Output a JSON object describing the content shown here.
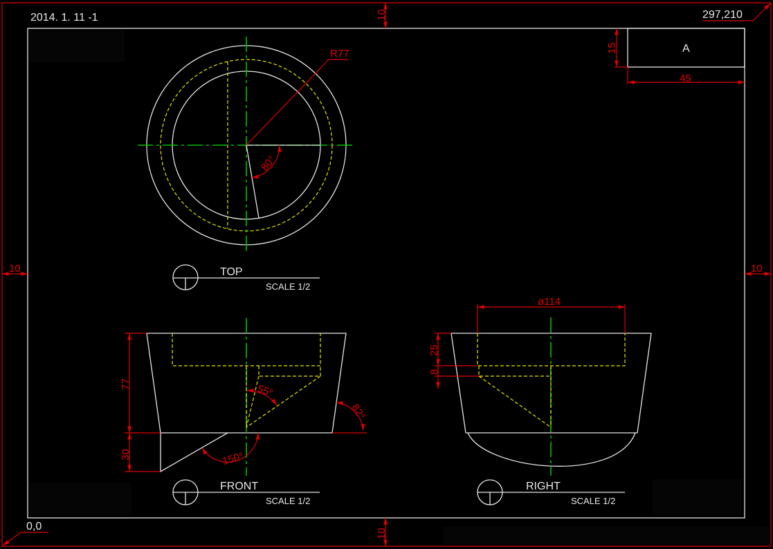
{
  "sheet": {
    "date_label": "2014. 1. 11 -1",
    "size_label": "297,210",
    "origin_label": "0,0",
    "margin_top": "10",
    "margin_bottom": "10",
    "margin_left": "10",
    "margin_right": "10"
  },
  "title_box": {
    "letter": "A",
    "height_dim": "15",
    "width_dim": "45"
  },
  "views": {
    "top": {
      "title": "TOP",
      "scale": "SCALE 1/2",
      "radius_dim": "R77",
      "angle_dim": "80°"
    },
    "front": {
      "title": "FRONT",
      "scale": "SCALE 1/2",
      "height_dim": "77",
      "base_dim": "30",
      "angle_inner": "55°",
      "angle_side": "82°",
      "angle_base": "150°"
    },
    "right": {
      "title": "RIGHT",
      "scale": "SCALE 1/2",
      "diameter_dim": "ø114",
      "depth_dim": "25",
      "step_dim": "8"
    }
  },
  "colors": {
    "object": "#e8e8e8",
    "dimension": "#e00000",
    "hidden": "#e8e800",
    "center": "#00c000"
  }
}
